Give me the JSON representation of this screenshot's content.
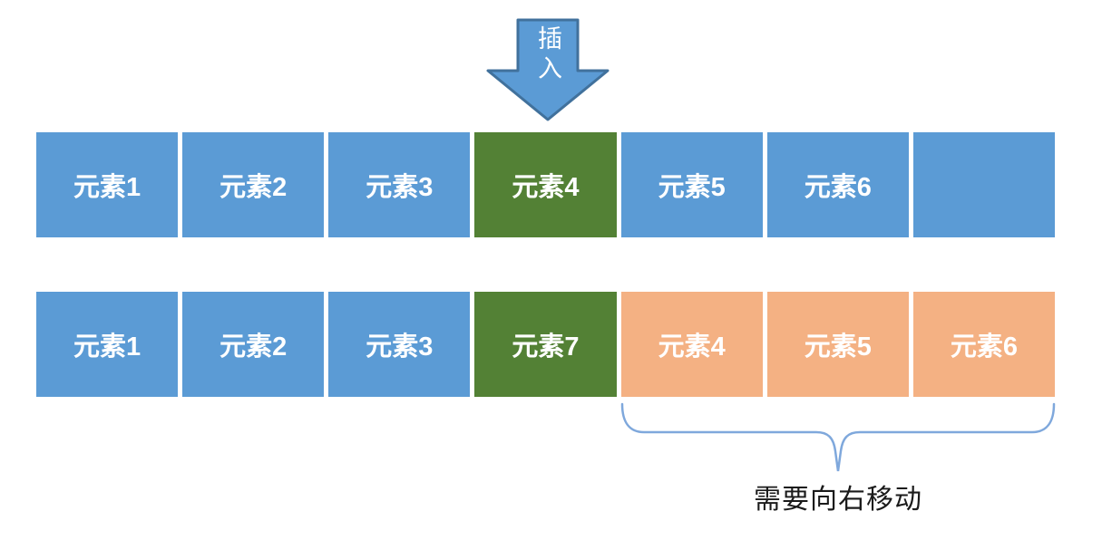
{
  "arrow": {
    "label": "插入",
    "fill": "#5B9BD5",
    "border": "#41719C"
  },
  "colors": {
    "blue": "#5B9BD5",
    "green": "#538135",
    "orange": "#F4B183",
    "brace": "#7FA8DC",
    "cell_text": "#FFFFFF",
    "caption_text": "#1A1A1A",
    "background": "#FFFFFF"
  },
  "array_before": {
    "cells": [
      {
        "label": "元素1",
        "color": "blue"
      },
      {
        "label": "元素2",
        "color": "blue"
      },
      {
        "label": "元素3",
        "color": "blue"
      },
      {
        "label": "元素4",
        "color": "green"
      },
      {
        "label": "元素5",
        "color": "blue"
      },
      {
        "label": "元素6",
        "color": "blue"
      },
      {
        "label": "",
        "color": "blue"
      }
    ]
  },
  "array_after": {
    "cells": [
      {
        "label": "元素1",
        "color": "blue"
      },
      {
        "label": "元素2",
        "color": "blue"
      },
      {
        "label": "元素3",
        "color": "blue"
      },
      {
        "label": "元素7",
        "color": "green"
      },
      {
        "label": "元素4",
        "color": "orange"
      },
      {
        "label": "元素5",
        "color": "orange"
      },
      {
        "label": "元素6",
        "color": "orange"
      }
    ]
  },
  "caption": {
    "brace_label": "需要向右移动"
  }
}
